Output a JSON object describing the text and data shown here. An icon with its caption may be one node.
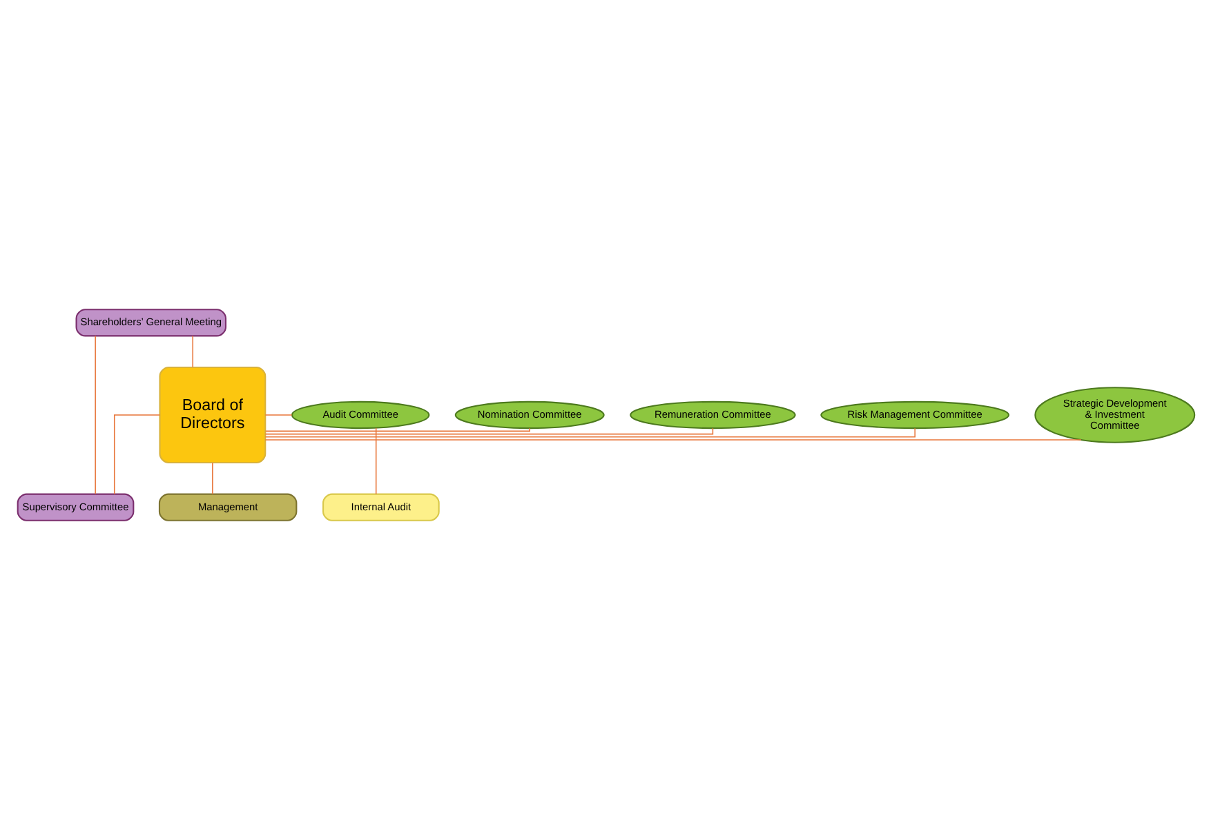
{
  "diagram": {
    "nodes": [
      {
        "text": [
          "Shareholders’ General Meeting"
        ]
      },
      {
        "text": [
          "Supervisory Committee"
        ]
      },
      {
        "text": [
          "Board of Directors"
        ]
      },
      {
        "text": [
          "Strategic Development & Investment Committee"
        ]
      },
      {
        "text": [
          "Risk Management Committee"
        ]
      },
      {
        "text": [
          "Remuneration Committee"
        ]
      },
      {
        "text": [
          "Nomination Committee"
        ]
      },
      {
        "text": [
          "Audit Committee"
        ]
      },
      {
        "text": [
          "Management"
        ]
      },
      {
        "text": [
          "Internal Audit"
        ]
      }
    ],
    "edges": [
      {
        "from": 0,
        "to": 1,
        "arrow": "none"
      },
      {
        "from": 0,
        "to": 2,
        "arrow": "none"
      },
      {
        "from": 2,
        "to": 1,
        "arrow": "none"
      },
      {
        "from": 2,
        "to": 3,
        "arrow": "none"
      },
      {
        "from": 2,
        "to": 4,
        "arrow": "none"
      },
      {
        "from": 2,
        "to": 5,
        "arrow": "none"
      },
      {
        "from": 2,
        "to": 6,
        "arrow": "none"
      },
      {
        "from": 2,
        "to": 7,
        "arrow": "none"
      },
      {
        "from": 2,
        "to": 8,
        "arrow": "none"
      },
      {
        "from": 7,
        "to": 9,
        "arrow": "none"
      }
    ]
  }
}
